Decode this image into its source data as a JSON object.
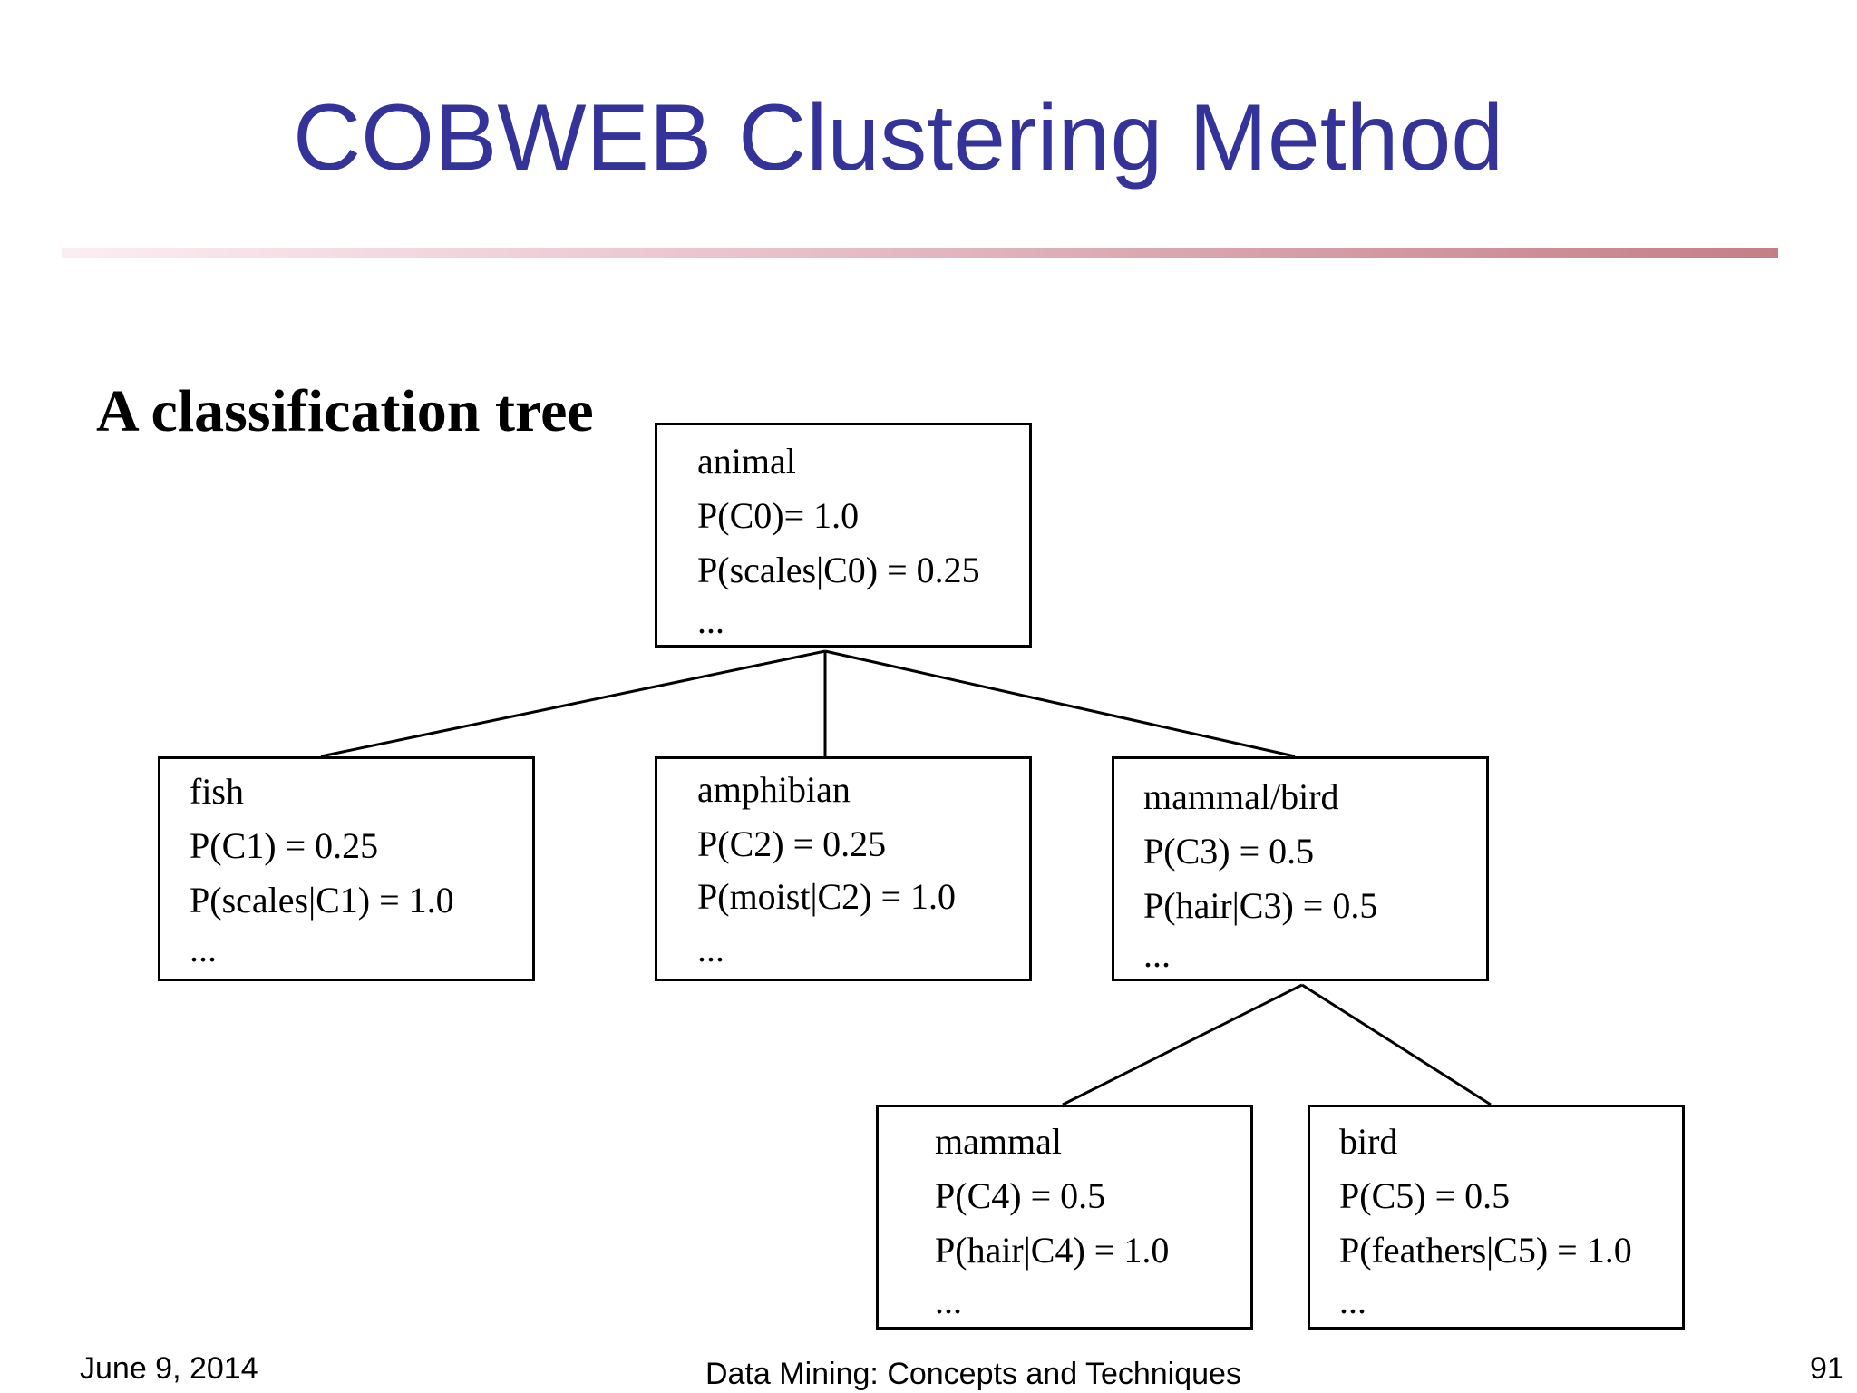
{
  "slide": {
    "title": "COBWEB Clustering Method",
    "subtitle": "A classification tree"
  },
  "tree": {
    "nodes": [
      {
        "id": "animal",
        "lines": [
          "animal",
          "P(C0)= 1.0",
          "P(scales|C0) = 0.25",
          "..."
        ]
      },
      {
        "id": "fish",
        "lines": [
          "fish",
          "P(C1) = 0.25",
          "P(scales|C1) = 1.0",
          "..."
        ]
      },
      {
        "id": "amphibian",
        "lines": [
          "amphibian",
          "P(C2) = 0.25",
          "P(moist|C2) = 1.0",
          "..."
        ]
      },
      {
        "id": "mammal-bird",
        "lines": [
          "mammal/bird",
          "P(C3) = 0.5",
          "P(hair|C3) = 0.5",
          "..."
        ]
      },
      {
        "id": "mammal",
        "lines": [
          "mammal",
          "P(C4) = 0.5",
          "P(hair|C4) = 1.0",
          "..."
        ]
      },
      {
        "id": "bird",
        "lines": [
          "bird",
          "P(C5) = 0.5",
          "P(feathers|C5) = 1.0",
          "..."
        ]
      }
    ],
    "edges": [
      [
        "animal",
        "fish"
      ],
      [
        "animal",
        "amphibian"
      ],
      [
        "animal",
        "mammal-bird"
      ],
      [
        "mammal-bird",
        "mammal"
      ],
      [
        "mammal-bird",
        "bird"
      ]
    ]
  },
  "footer": {
    "date": "June 9, 2014",
    "center": "Data Mining: Concepts and Techniques",
    "page": "91"
  }
}
